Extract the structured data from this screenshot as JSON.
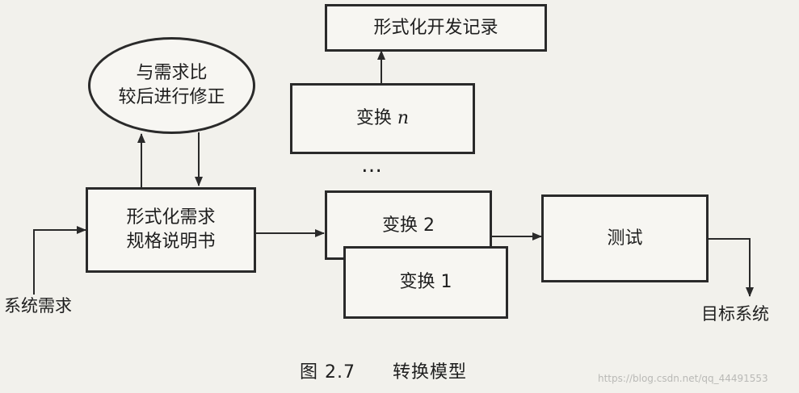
{
  "nodes": {
    "formal_spec": {
      "line1": "形式化需求",
      "line2": "规格说明书"
    },
    "compare_correct": {
      "line1": "与需求比",
      "line2": "较后进行修正"
    },
    "dev_record": "形式化开发记录",
    "transform_n_prefix": "变换",
    "transform_n_var": "n",
    "ellipsis": "…",
    "transform_2": "变换 2",
    "transform_1": "变换 1",
    "test": "测试"
  },
  "labels": {
    "system_requirements": "系统需求",
    "target_system": "目标系统"
  },
  "caption": {
    "figure_number": "图 2.7",
    "title": "转换模型"
  },
  "watermark": "https://blog.csdn.net/qq_44491553"
}
